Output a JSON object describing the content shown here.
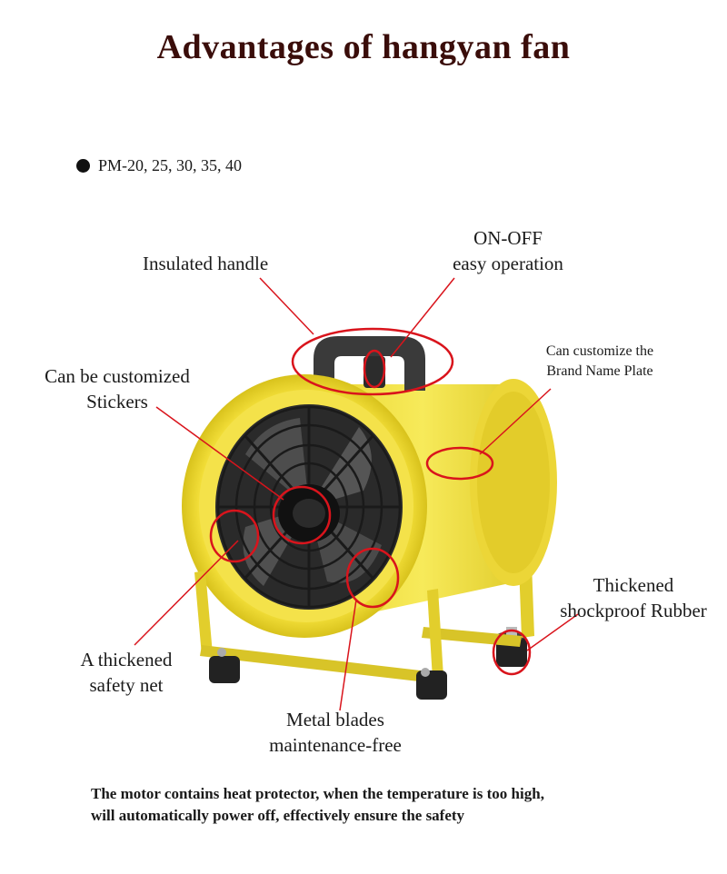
{
  "title": "Advantages of hangyan fan",
  "model": "PM-20, 25, 30, 35, 40",
  "labels": {
    "insulated_handle": "Insulated handle",
    "on_off_line1": "ON-OFF",
    "on_off_line2": "easy operation",
    "brand_line1": "Can customize the",
    "brand_line2": "Brand Name Plate",
    "stickers_line1": "Can be customized",
    "stickers_line2": "Stickers",
    "rubber_line1": "Thickened",
    "rubber_line2": "shockproof Rubber",
    "net_line1": "A thickened",
    "net_line2": "safety net",
    "blades_line1": "Metal blades",
    "blades_line2": "maintenance-free"
  },
  "footer": {
    "line1": "The motor contains heat protector, when the temperature is too high,",
    "line2": "will automatically power off, effectively ensure the safety"
  },
  "colors": {
    "title": "#3a0d0a",
    "fan_yellow": "#f2e23c",
    "callout_red": "#d9141c"
  }
}
